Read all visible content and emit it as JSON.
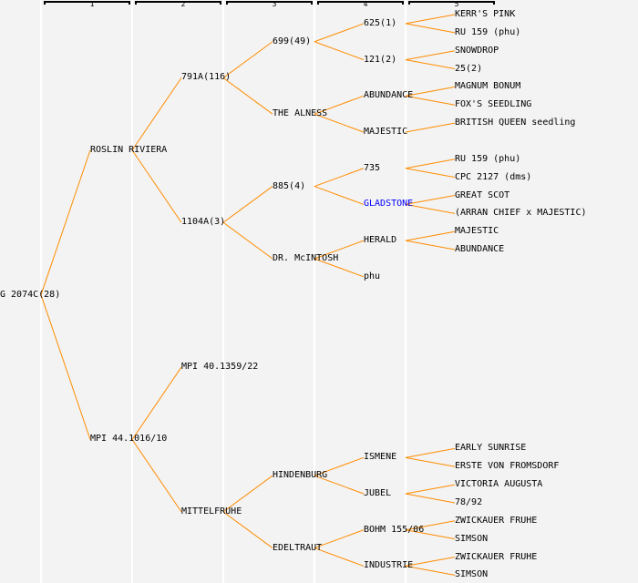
{
  "colors": {
    "line": "#ff8c00",
    "text": "#000000",
    "highlight": "#0000ff"
  },
  "header": {
    "columns": [
      "1",
      "2",
      "3",
      "4",
      "5"
    ]
  },
  "tree": {
    "label": "G 2074C(28)",
    "children": [
      {
        "label": "ROSLIN RIVIERA",
        "children": [
          {
            "label": "791A(116)",
            "children": [
              {
                "label": "699(49)",
                "children": [
                  {
                    "label": "625(1)",
                    "children": [
                      {
                        "label": "KERR'S PINK"
                      },
                      {
                        "label": "RU 159 (phu)"
                      }
                    ]
                  },
                  {
                    "label": "121(2)",
                    "children": [
                      {
                        "label": "SNOWDROP"
                      },
                      {
                        "label": "25(2)"
                      }
                    ]
                  }
                ]
              },
              {
                "label": "THE ALNESS",
                "children": [
                  {
                    "label": "ABUNDANCE",
                    "children": [
                      {
                        "label": "MAGNUM BONUM"
                      },
                      {
                        "label": "FOX'S SEEDLING"
                      }
                    ]
                  },
                  {
                    "label": "MAJESTIC",
                    "children": [
                      {
                        "label": "BRITISH QUEEN seedling"
                      },
                      null
                    ]
                  }
                ]
              }
            ]
          },
          {
            "label": "1104A(3)",
            "children": [
              {
                "label": "885(4)",
                "children": [
                  {
                    "label": "735",
                    "children": [
                      {
                        "label": "RU 159 (phu)"
                      },
                      {
                        "label": "CPC 2127 (dms)"
                      }
                    ]
                  },
                  {
                    "label": "GLADSTONE",
                    "highlight": true,
                    "children": [
                      {
                        "label": "GREAT SCOT"
                      },
                      {
                        "label": "(ARRAN CHIEF x MAJESTIC)"
                      }
                    ]
                  }
                ]
              },
              {
                "label": "DR. McINTOSH",
                "children": [
                  {
                    "label": "HERALD",
                    "children": [
                      {
                        "label": "MAJESTIC"
                      },
                      {
                        "label": "ABUNDANCE"
                      }
                    ]
                  },
                  {
                    "label": "phu"
                  }
                ]
              }
            ]
          }
        ]
      },
      {
        "label": "MPI 44.1016/10",
        "children": [
          {
            "label": "MPI 40.1359/22"
          },
          {
            "label": "MITTELFRUHE",
            "children": [
              {
                "label": "HINDENBURG",
                "children": [
                  {
                    "label": "ISMENE",
                    "children": [
                      {
                        "label": "EARLY SUNRISE"
                      },
                      {
                        "label": "ERSTE VON FROMSDORF"
                      }
                    ]
                  },
                  {
                    "label": "JUBEL",
                    "children": [
                      {
                        "label": "VICTORIA AUGUSTA"
                      },
                      {
                        "label": "78/92"
                      }
                    ]
                  }
                ]
              },
              {
                "label": "EDELTRAUT",
                "children": [
                  {
                    "label": "BOHM 155/06",
                    "children": [
                      {
                        "label": "ZWICKAUER FRUHE"
                      },
                      {
                        "label": "SIMSON"
                      }
                    ]
                  },
                  {
                    "label": "INDUSTRIE",
                    "children": [
                      {
                        "label": "ZWICKAUER FRUHE"
                      },
                      {
                        "label": "SIMSON"
                      }
                    ]
                  }
                ]
              }
            ]
          }
        ]
      }
    ]
  }
}
